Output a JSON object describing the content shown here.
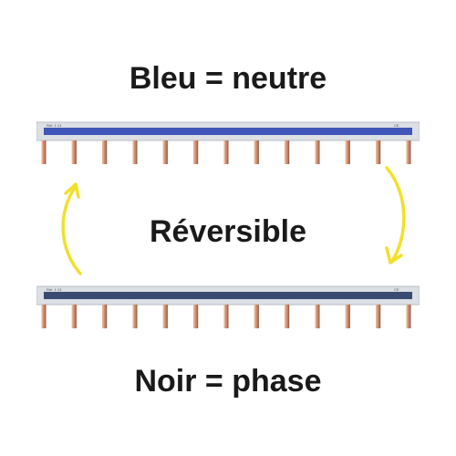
{
  "top_label": "Bleu = neutre",
  "middle_label": "Réversible",
  "bottom_label": "Noir = phase",
  "busbar_top": {
    "stripe_color": "#3f55b8",
    "pin_count": 13,
    "left_print": "Ref. 1 13",
    "right_print": "CE"
  },
  "busbar_bottom": {
    "stripe_color": "#3a4a72",
    "pin_count": 13,
    "left_print": "Ref. 1 13",
    "right_print": "CE"
  },
  "arrows": {
    "color": "#f2df2b",
    "left": "arrow-up-curved",
    "right": "arrow-down-curved"
  }
}
